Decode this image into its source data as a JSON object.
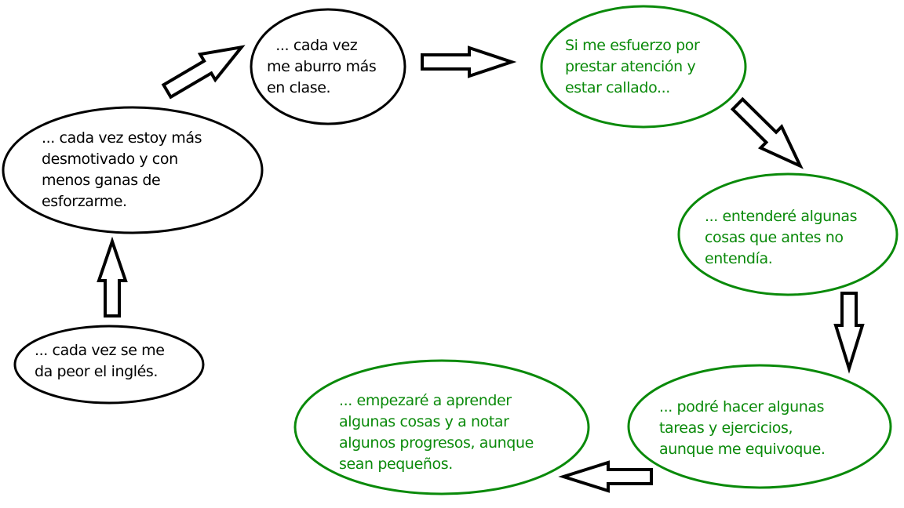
{
  "colors": {
    "negative": "#000000",
    "positive": "#0a8a0a"
  },
  "nodes": {
    "ingles": {
      "lines": [
        "... cada vez se me",
        "da peor el inglés."
      ]
    },
    "desmotivado": {
      "lines": [
        "... cada vez estoy más",
        "desmotivado y con",
        "menos ganas de",
        "esforzarme."
      ]
    },
    "aburro": {
      "lines": [
        "  ... cada vez",
        "me aburro más",
        "en clase."
      ]
    },
    "esfuerzo": {
      "lines": [
        "Si me esfuerzo por",
        "prestar atención y",
        "estar callado..."
      ]
    },
    "entendere": {
      "lines": [
        "... entenderé algunas",
        "cosas que antes no",
        "entendía."
      ]
    },
    "podre": {
      "lines": [
        "... podré hacer algunas",
        "tareas y ejercicios,",
        "aunque me equivoque."
      ]
    },
    "empezare": {
      "lines": [
        "... empezaré a aprender",
        "algunas cosas y a notar",
        "algunos progresos, aunque",
        "sean pequeños."
      ]
    }
  }
}
